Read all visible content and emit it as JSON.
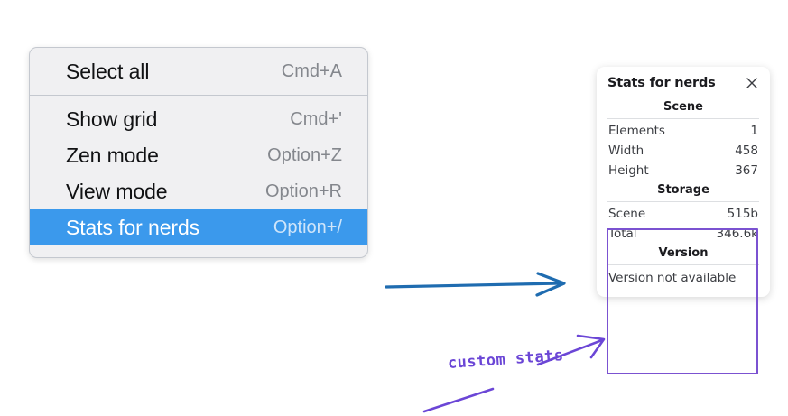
{
  "context_menu": {
    "name": "canvas-context-menu",
    "sections": [
      {
        "items": [
          {
            "label": "Select all",
            "shortcut": "Cmd+A",
            "selected": false
          }
        ]
      },
      {
        "items": [
          {
            "label": "Show grid",
            "shortcut": "Cmd+'",
            "selected": false
          },
          {
            "label": "Zen mode",
            "shortcut": "Option+Z",
            "selected": false
          },
          {
            "label": "View mode",
            "shortcut": "Option+R",
            "selected": false
          },
          {
            "label": "Stats for nerds",
            "shortcut": "Option+/",
            "selected": true
          }
        ]
      }
    ]
  },
  "stats_panel": {
    "title": "Stats for nerds",
    "close_icon": "close-icon",
    "sections": [
      {
        "heading": "Scene",
        "rows": [
          {
            "key": "Elements",
            "value": "1"
          },
          {
            "key": "Width",
            "value": "458"
          },
          {
            "key": "Height",
            "value": "367"
          }
        ]
      },
      {
        "heading": "Storage",
        "rows": [
          {
            "key": "Scene",
            "value": "515b"
          },
          {
            "key": "Total",
            "value": "346.6k"
          }
        ]
      },
      {
        "heading": "Version",
        "single": "Version not available"
      }
    ]
  },
  "annotations": {
    "callout_text": "custom stats",
    "blue_arrow_label": "flow-arrow",
    "purple_arrow_label": "callout-arrow",
    "purple_underline_label": "callout-underline"
  },
  "colors": {
    "menu_highlight": "#3b99ec",
    "annotation_purple": "#6b46d6",
    "highlight_box": "#7b52d1",
    "flow_arrow_blue": "#1f6cb0"
  }
}
